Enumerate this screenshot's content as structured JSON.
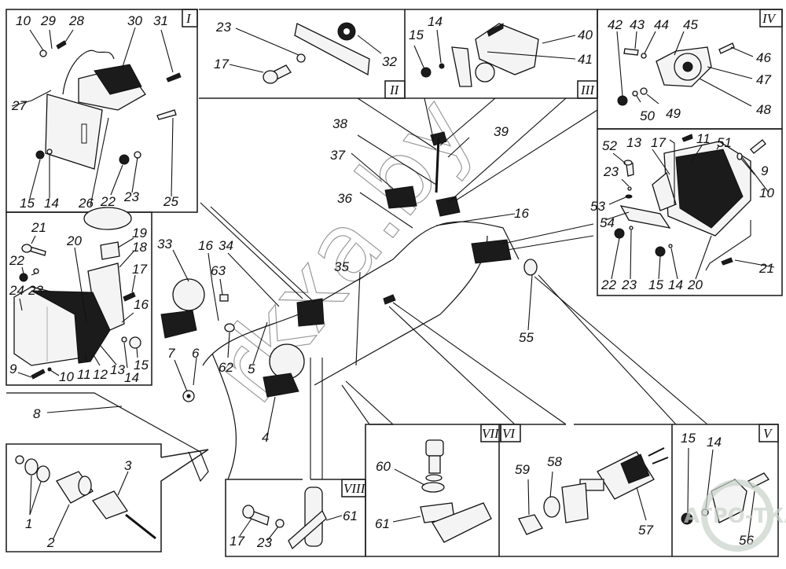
{
  "diagram": {
    "title": "Electrical equipment - exploded parts diagram",
    "watermarks": {
      "center": "rkxa.by",
      "corner": "АГРО-ТКА"
    },
    "panels": [
      {
        "id": "I",
        "labels": [
          "10",
          "29",
          "28",
          "30",
          "31",
          "27",
          "25",
          "26",
          "22",
          "23",
          "15",
          "14"
        ]
      },
      {
        "id": "II",
        "labels": [
          "23",
          "17",
          "32"
        ]
      },
      {
        "id": "III",
        "labels": [
          "14",
          "15",
          "40",
          "41"
        ]
      },
      {
        "id": "IV",
        "labels": [
          "42",
          "43",
          "44",
          "45",
          "46",
          "47",
          "48",
          "50",
          "49"
        ]
      },
      {
        "id": "V",
        "labels": [
          "15",
          "14",
          "56"
        ]
      },
      {
        "id": "VI",
        "labels": [
          "59",
          "58",
          "57"
        ]
      },
      {
        "id": "VII",
        "labels": [
          "60",
          "61"
        ]
      },
      {
        "id": "VIII",
        "labels": [
          "17",
          "23",
          "61"
        ]
      }
    ],
    "left_lamp_panel_labels": [
      "21",
      "20",
      "19",
      "18",
      "22",
      "23",
      "17",
      "24",
      "16",
      "9",
      "10",
      "11",
      "12",
      "13",
      "14",
      "15"
    ],
    "right_lamp_panel_labels": [
      "52",
      "13",
      "17",
      "11",
      "51",
      "9",
      "23",
      "10",
      "53",
      "54",
      "22",
      "23",
      "15",
      "14",
      "20",
      "21"
    ],
    "sensor_panel_labels": [
      "1",
      "2",
      "3"
    ],
    "main_labels": [
      "33",
      "16",
      "34",
      "63",
      "62",
      "5",
      "4",
      "7",
      "6",
      "8",
      "35",
      "36",
      "37",
      "38",
      "39",
      "16",
      "55"
    ]
  }
}
